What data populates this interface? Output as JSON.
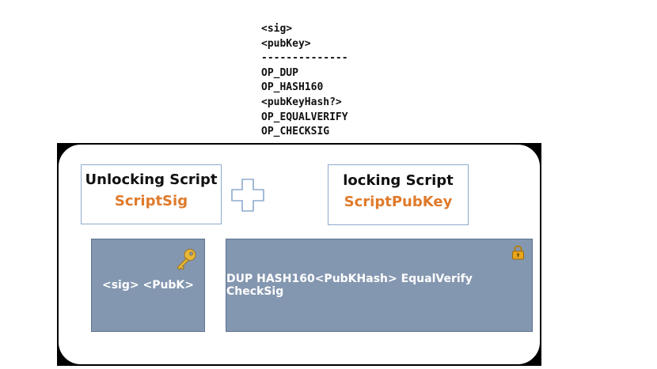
{
  "stack_listing": [
    "<sig>",
    "<pubKey>",
    "--------------",
    "OP_DUP",
    "OP_HASH160",
    "<pubKeyHash?>",
    "OP_EQUALVERIFY",
    "OP_CHECKSIG"
  ],
  "unlocking": {
    "title": "Unlocking Script",
    "subtitle": "ScriptSig",
    "content": "<sig> <PubK>",
    "icon": "key-icon"
  },
  "locking": {
    "title": "locking Script",
    "subtitle": "ScriptPubKey",
    "content": "DUP HASH160<PubKHash> EqualVerify CheckSig",
    "icon": "padlock-icon"
  },
  "connector_icon": "plus-icon",
  "colors": {
    "accent": "#e07a2a",
    "box_border": "#8eaacf",
    "block_fill": "#8497b0",
    "frame": "#000000",
    "key_gold": "#e8b73a",
    "lock_gold": "#e9a51c"
  }
}
